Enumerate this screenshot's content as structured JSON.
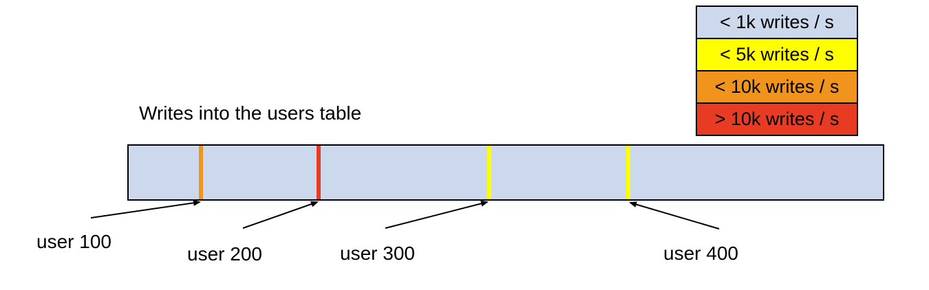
{
  "title": "Writes into the users table",
  "legend": {
    "items": [
      {
        "label": "< 1k writes / s",
        "color": "#ccd9ed"
      },
      {
        "label": "< 5k writes / s",
        "color": "#ffff00"
      },
      {
        "label": "< 10k writes / s",
        "color": "#f0941e"
      },
      {
        "label": "> 10k writes / s",
        "color": "#e73b23"
      }
    ]
  },
  "bar": {
    "fill": "#ccd9ed",
    "border": "#000000",
    "base_rate": "< 1k writes / s",
    "markers": [
      {
        "user": "user 100",
        "rate": "< 10k writes / s",
        "color": "#f0941e"
      },
      {
        "user": "user 200",
        "rate": "> 10k writes / s",
        "color": "#e73b23"
      },
      {
        "user": "user 300",
        "rate": "< 5k writes / s",
        "color": "#ffff00"
      },
      {
        "user": "user 400",
        "rate": "< 5k writes / s",
        "color": "#ffff00"
      }
    ]
  }
}
